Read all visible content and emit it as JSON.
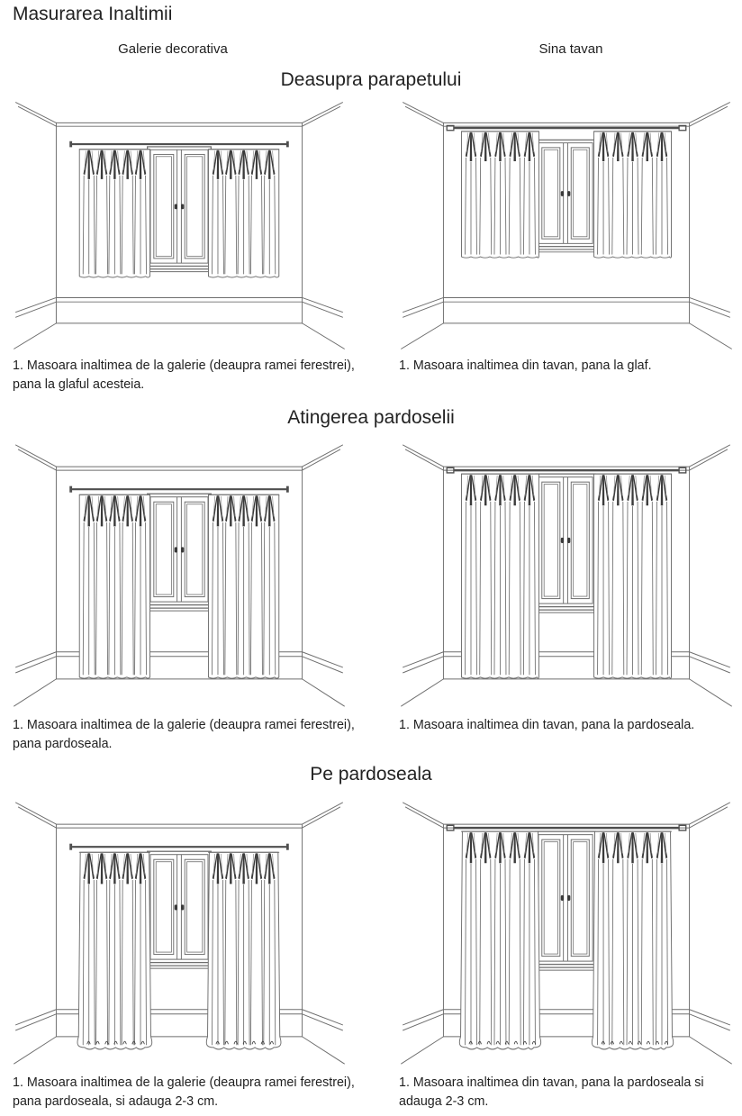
{
  "title": "Masurarea Inaltimii",
  "column_headers": {
    "left": "Galerie decorativa",
    "right": "Sina tavan"
  },
  "sections": [
    {
      "title": "Deasupra parapetului",
      "figures": [
        {
          "style": "gallery",
          "length": "sill",
          "caption": "1. Masoara inaltimea de la galerie (deaupra ramei ferestrei), pana la glaful acesteia."
        },
        {
          "style": "ceiling-rail",
          "length": "sill",
          "caption": "1. Masoara inaltimea din tavan, pana la glaf."
        }
      ]
    },
    {
      "title": "Atingerea pardoselii",
      "figures": [
        {
          "style": "gallery",
          "length": "floor",
          "caption": "1. Masoara inaltimea de la galerie (deaupra ramei ferestrei), pana pardoseala."
        },
        {
          "style": "ceiling-rail",
          "length": "floor",
          "caption": "1. Masoara inaltimea din tavan, pana la pardoseala."
        }
      ]
    },
    {
      "title": "Pe pardoseala",
      "figures": [
        {
          "style": "gallery",
          "length": "puddle",
          "caption": "1. Masoara inaltimea de la galerie (deaupra ramei ferestrei), pana pardoseala, si adauga 2-3 cm."
        },
        {
          "style": "ceiling-rail",
          "length": "puddle",
          "caption": "1. Masoara inaltimea din tavan, pana la pardoseala si adauga 2-3 cm."
        }
      ]
    }
  ],
  "colors": {
    "line": "#6e6e6e",
    "pleat": "#3a3a3a",
    "rod": "#4f4f4f",
    "strand": "#8a8a8a",
    "text": "#1f1f1f",
    "background": "#ffffff"
  }
}
